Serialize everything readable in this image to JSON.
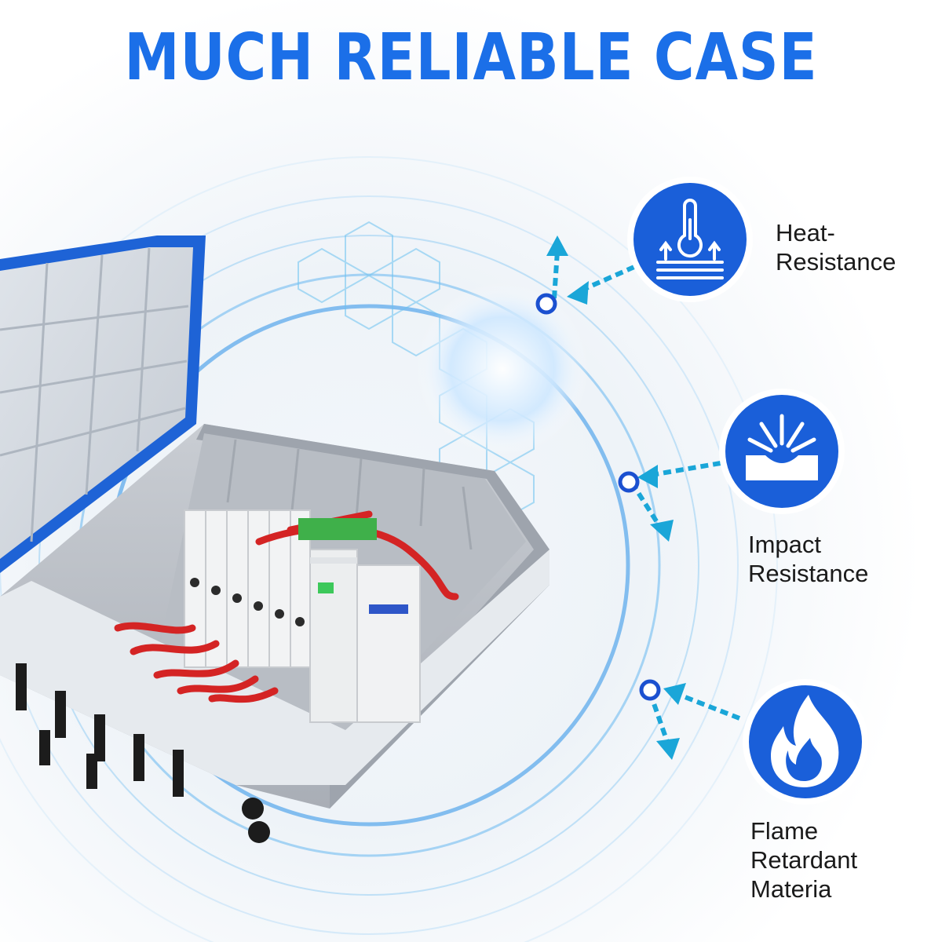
{
  "title": "MUCH RELIABLE CASE",
  "colors": {
    "accent": "#1b6fe8",
    "badge": "#1a5fd9",
    "arrow": "#1aa6d8"
  },
  "features": [
    {
      "icon": "thermometer-heat-icon",
      "lines": [
        "Heat-",
        "Resistance"
      ]
    },
    {
      "icon": "impact-icon",
      "lines": [
        "Impact",
        "Resistance"
      ]
    },
    {
      "icon": "flame-icon",
      "lines": [
        "Flame",
        "Retardant",
        "Materia"
      ]
    }
  ]
}
